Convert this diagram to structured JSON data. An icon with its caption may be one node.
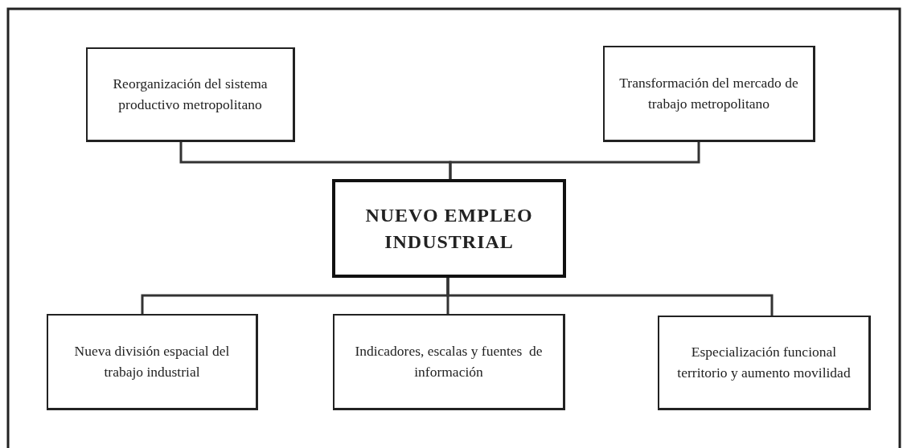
{
  "diagram": {
    "nodes": [
      {
        "text": [
          "Reorganización del sistema productivo metropolitano"
        ]
      },
      {
        "text": [
          "Transformación del mercado de trabajo metropolitano"
        ]
      },
      {
        "text": [
          "NUEVO EMPLEO INDUSTRIAL"
        ]
      },
      {
        "text": [
          "Nueva división espacial del trabajo industrial"
        ]
      },
      {
        "text": [
          "Indicadores, escalas y fuentes  de información"
        ]
      },
      {
        "text": [
          "Especialización funcional territorio y aumento movilidad"
        ]
      }
    ],
    "edges": [
      {
        "from": 0,
        "to": 2,
        "arrow": "none"
      },
      {
        "from": 1,
        "to": 2,
        "arrow": "none"
      },
      {
        "from": 2,
        "to": 3,
        "arrow": "none"
      },
      {
        "from": 2,
        "to": 4,
        "arrow": "none"
      },
      {
        "from": 2,
        "to": 5,
        "arrow": "none"
      }
    ]
  }
}
